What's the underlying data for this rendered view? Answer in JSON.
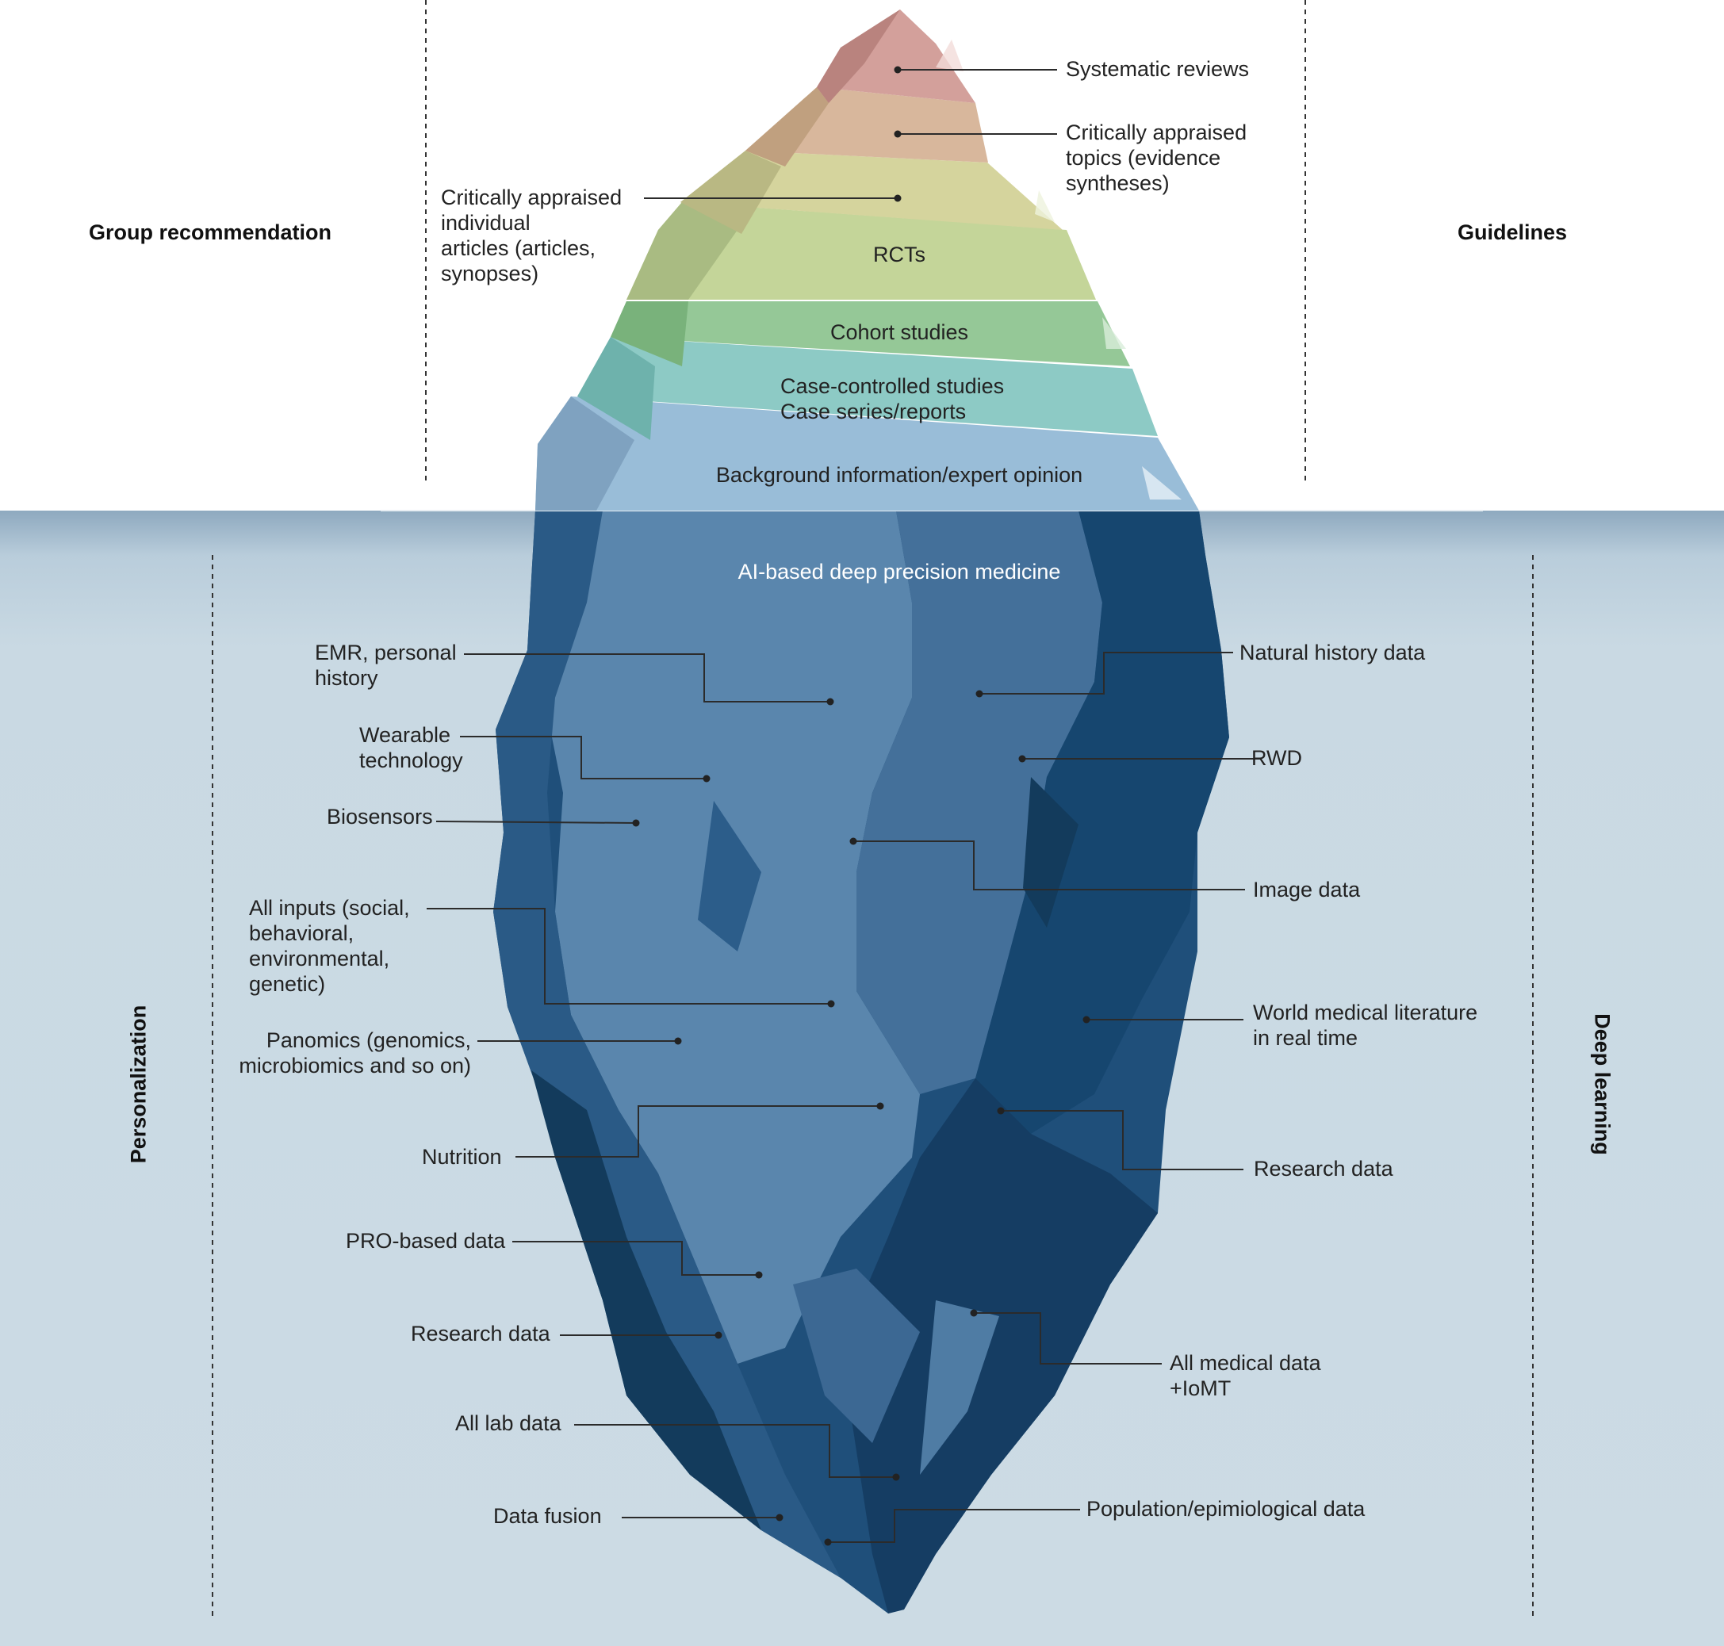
{
  "side_labels": {
    "top_left": "Group recommendation",
    "top_right": "Guidelines",
    "bottom_left": "Personalization",
    "bottom_right": "Deep learning"
  },
  "pyramid_tiers": [
    "Systematic reviews",
    "Critically appraised\ntopics (evidence\nsyntheses)",
    "Critically appraised\nindividual\narticles (articles,\nsynopses)",
    "RCTs",
    "Cohort studies",
    "Case-controlled studies\nCase series/reports",
    "Background information/expert opinion"
  ],
  "underwater_title": "AI-based deep precision medicine",
  "left_labels": [
    "EMR, personal\nhistory",
    "Wearable\ntechnology",
    "Biosensors",
    "All inputs (social,\nbehavioral,\nenvironmental,\ngenetic)",
    "Panomics (genomics,\nmicrobiomics and so on)",
    "Nutrition",
    "PRO-based data",
    "Research data",
    "All lab data",
    "Data fusion"
  ],
  "right_labels": [
    "Natural history data",
    "RWD",
    "Image data",
    "World medical literature\nin real time",
    "Research data",
    "All medical data\n+IoMT",
    "Population/epimiological data"
  ],
  "colors": {
    "sky": "#ffffff",
    "water_top": "#8ea9bf",
    "water": "#c9d9e3",
    "ice_dark": "#133b5c",
    "ice_mid": "#1f4f7a",
    "ice_light": "#5a86ad",
    "tier_1": "#d3a09b",
    "tier_2": "#d8b79c",
    "tier_3": "#d5d49d",
    "tier_4": "#c4d599",
    "tier_5": "#95c897",
    "tier_6": "#8dcac5",
    "tier_7": "#99bdd8",
    "leader": "#333333"
  }
}
